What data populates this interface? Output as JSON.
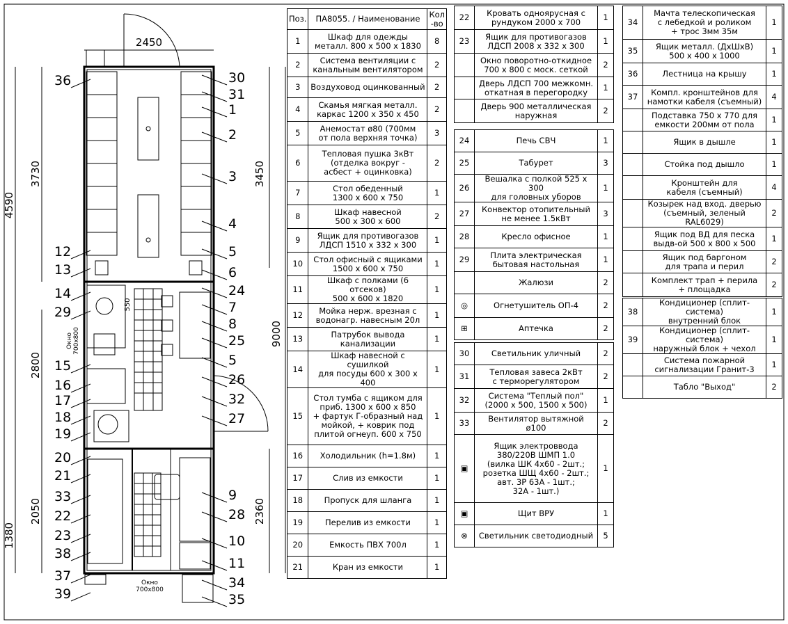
{
  "frame_color": "#000000",
  "plan": {
    "dim_top": "2450",
    "dim_left_outer": "4590",
    "dim_left_inner": "3730",
    "dim_right_upper": "3450",
    "dim_right_total": "9000",
    "dim_left_mid": "2800",
    "dim_left_low_a": "2050",
    "dim_left_low_b": "1380",
    "dim_right_low": "2360",
    "dim_550": "550",
    "window_left_label": "Окно\n700x800",
    "window_bottom_label": "Окно\n700x800",
    "callouts_left": [
      "36",
      "12",
      "13",
      "14",
      "29",
      "15",
      "16",
      "17",
      "18",
      "19",
      "20",
      "21",
      "33",
      "22",
      "23",
      "38",
      "37",
      "39"
    ],
    "callouts_right": [
      "30",
      "31",
      "1",
      "2",
      "3",
      "4",
      "5",
      "6",
      "24",
      "7",
      "8",
      "25",
      "5",
      "26",
      "32",
      "27",
      "9",
      "28",
      "10",
      "11",
      "34",
      "35"
    ]
  },
  "table1": {
    "header": {
      "num": "Поз.",
      "name": "ПА8055. / Наименование",
      "qty": "Кол\n-во"
    },
    "rows": [
      {
        "n": "1",
        "name": "Шкаф для одежды\nметалл. 800 х 500 х 1830",
        "q": "8"
      },
      {
        "n": "2",
        "name": "Система вентиляции с\nканальным вентилятором",
        "q": "2"
      },
      {
        "n": "3",
        "name": "Воздуховод оцинкованный",
        "q": "2"
      },
      {
        "n": "4",
        "name": "Скамья мягкая металл.\nкаркас 1200 х 350 х 450",
        "q": "2"
      },
      {
        "n": "5",
        "name": "Анемостат ø80 (700мм\nот пола верхняя точка)",
        "q": "3"
      },
      {
        "n": "6",
        "name": "Тепловая пушка 3кВт\n(отделка вокруг -\nасбест + оцинковка)",
        "q": "2"
      },
      {
        "n": "7",
        "name": "Стол обеденный\n1300 х 600 х 750",
        "q": "1"
      },
      {
        "n": "8",
        "name": "Шкаф навесной\n500 х 300 х 600",
        "q": "2"
      },
      {
        "n": "9",
        "name": "Ящик для противогазов\nЛДСП 1510 х 332 х 300",
        "q": "1"
      },
      {
        "n": "10",
        "name": "Стол офисный с ящиками\n1500 х 600 х 750",
        "q": "1"
      },
      {
        "n": "11",
        "name": "Шкаф с полками (6 отсеков)\n500 х 600 х 1820",
        "q": "1"
      },
      {
        "n": "12",
        "name": "Мойка нерж. врезная с\nводонагр. навесным 20л",
        "q": "1"
      },
      {
        "n": "13",
        "name": "Патрубок вывода\nканализации",
        "q": "1"
      },
      {
        "n": "14",
        "name": "Шкаф навесной с сушилкой\nдля посуды 600 х 300 х 400",
        "q": "1"
      },
      {
        "n": "15",
        "name": "Стол тумба с ящиком для\nприб. 1300 х 600 х 850\n+ фартук Г-образный над\nмойкой, + коврик под\nплитой огнеуп. 600 х 750",
        "q": "1"
      },
      {
        "n": "16",
        "name": "Холодильник (h=1.8м)",
        "q": "1"
      },
      {
        "n": "17",
        "name": "Слив из емкости",
        "q": "1"
      },
      {
        "n": "18",
        "name": "Пропуск для шланга",
        "q": "1"
      },
      {
        "n": "19",
        "name": "Перелив из емкости",
        "q": "1"
      },
      {
        "n": "20",
        "name": "Емкость ПВХ 700л",
        "q": "1"
      },
      {
        "n": "21",
        "name": "Кран из емкости",
        "q": "1"
      }
    ]
  },
  "table2a": {
    "rows": [
      {
        "n": "22",
        "name": "Кровать одноярусная с\nрундуком 2000 х 700",
        "q": "1"
      },
      {
        "n": "23",
        "name": "Ящик для противогазов\nЛДСП 2008 х 332 х 300",
        "q": "1"
      },
      {
        "n": "",
        "name": "Окно поворотно-откидное\n700 х 800 с моск. сеткой",
        "q": "2"
      },
      {
        "n": "",
        "name": "Дверь ЛДСП 700 межкомн.\nоткатная в перегородку",
        "q": "1"
      },
      {
        "n": "",
        "name": "Дверь 900 металлическая\nнаружная",
        "q": "2"
      }
    ]
  },
  "table2b": {
    "rows": [
      {
        "n": "24",
        "name": "Печь СВЧ",
        "q": "1"
      },
      {
        "n": "25",
        "name": "Табурет",
        "q": "3"
      },
      {
        "n": "26",
        "name": "Вешалка с полкой 525 х 300\nдля головных уборов",
        "q": "1"
      },
      {
        "n": "27",
        "name": "Конвектор отопительный\nне менее 1.5кВт",
        "q": "3"
      },
      {
        "n": "28",
        "name": "Кресло офисное",
        "q": "1"
      },
      {
        "n": "29",
        "name": "Плита электрическая\nбытовая настольная",
        "q": "1"
      },
      {
        "n": "",
        "name": "Жалюзи",
        "q": "2"
      },
      {
        "n": "",
        "name": "Огнетушитель ОП-4",
        "q": "2",
        "icon": "extinguisher-icon"
      },
      {
        "n": "",
        "name": "Аптечка",
        "q": "2",
        "icon": "first-aid-icon"
      }
    ]
  },
  "table2c": {
    "rows": [
      {
        "n": "30",
        "name": "Светильник уличный",
        "q": "2"
      },
      {
        "n": "31",
        "name": "Тепловая завеса 2кВт\nс терморегулятором",
        "q": "2"
      },
      {
        "n": "32",
        "name": "Система \"Теплый пол\"\n(2000 х 500, 1500 х 500)",
        "q": "1"
      },
      {
        "n": "33",
        "name": "Вентилятор вытяжной\nø100",
        "q": "2"
      },
      {
        "n": "",
        "name": "Ящик электроввода\n380/220В ШМП 1.0\n(вилка ШК 4х60 - 2шт.;\nрозетка ШЩ 4х60 - 2шт.;\nавт. 3Р 63А - 1шт.;\n32А - 1шт.)",
        "q": "1",
        "icon": "input-box-icon"
      },
      {
        "n": "",
        "name": "Щит ВРУ",
        "q": "1",
        "icon": "vru-icon"
      },
      {
        "n": "",
        "name": "Светильник светодиодный",
        "q": "5",
        "icon": "lamp-icon"
      }
    ]
  },
  "table3a": {
    "rows": [
      {
        "n": "34",
        "name": "Мачта телескопическая\nс лебедкой и роликом\n+ трос 3мм 35м",
        "q": "1"
      },
      {
        "n": "35",
        "name": "Ящик металл. (ДхШхВ)\n500 х 400 х 1000",
        "q": "1"
      },
      {
        "n": "36",
        "name": "Лестница на крышу",
        "q": "1"
      },
      {
        "n": "37",
        "name": "Компл. кронштейнов для\nнамотки кабеля (съемный)",
        "q": "4"
      },
      {
        "n": "",
        "name": "Подставка 750 х 770 для\nемкости 200мм от пола",
        "q": "1"
      },
      {
        "n": "",
        "name": "Ящик в дышле",
        "q": "1"
      },
      {
        "n": "",
        "name": "Стойка под дышло",
        "q": "1"
      },
      {
        "n": "",
        "name": "Кронштейн для\nкабеля (съемный)",
        "q": "4"
      },
      {
        "n": "",
        "name": "Козырек над вход. дверью\n(съемный, зеленый RAL6029)",
        "q": "2"
      },
      {
        "n": "",
        "name": "Ящик под ВД для песка\nвыдв-ой 500 х 800 х 500",
        "q": "1"
      },
      {
        "n": "",
        "name": "Ящик под баргоном\nдля трапа и перил",
        "q": "2"
      },
      {
        "n": "",
        "name": "Комплект трап + перила\n+ площадка",
        "q": "2"
      }
    ]
  },
  "table3b": {
    "rows": [
      {
        "n": "38",
        "name": "Кондиционер (сплит-система)\nвнутренний блок",
        "q": "1"
      },
      {
        "n": "39",
        "name": "Кондиционер (сплит-система)\nнаружный блок + чехол",
        "q": "1"
      }
    ]
  },
  "table3c": {
    "rows": [
      {
        "n": "",
        "name": "Система пожарной\nсигнализации Гранит-3",
        "q": "1"
      },
      {
        "n": "",
        "name": "Табло \"Выход\"",
        "q": "2"
      }
    ]
  }
}
